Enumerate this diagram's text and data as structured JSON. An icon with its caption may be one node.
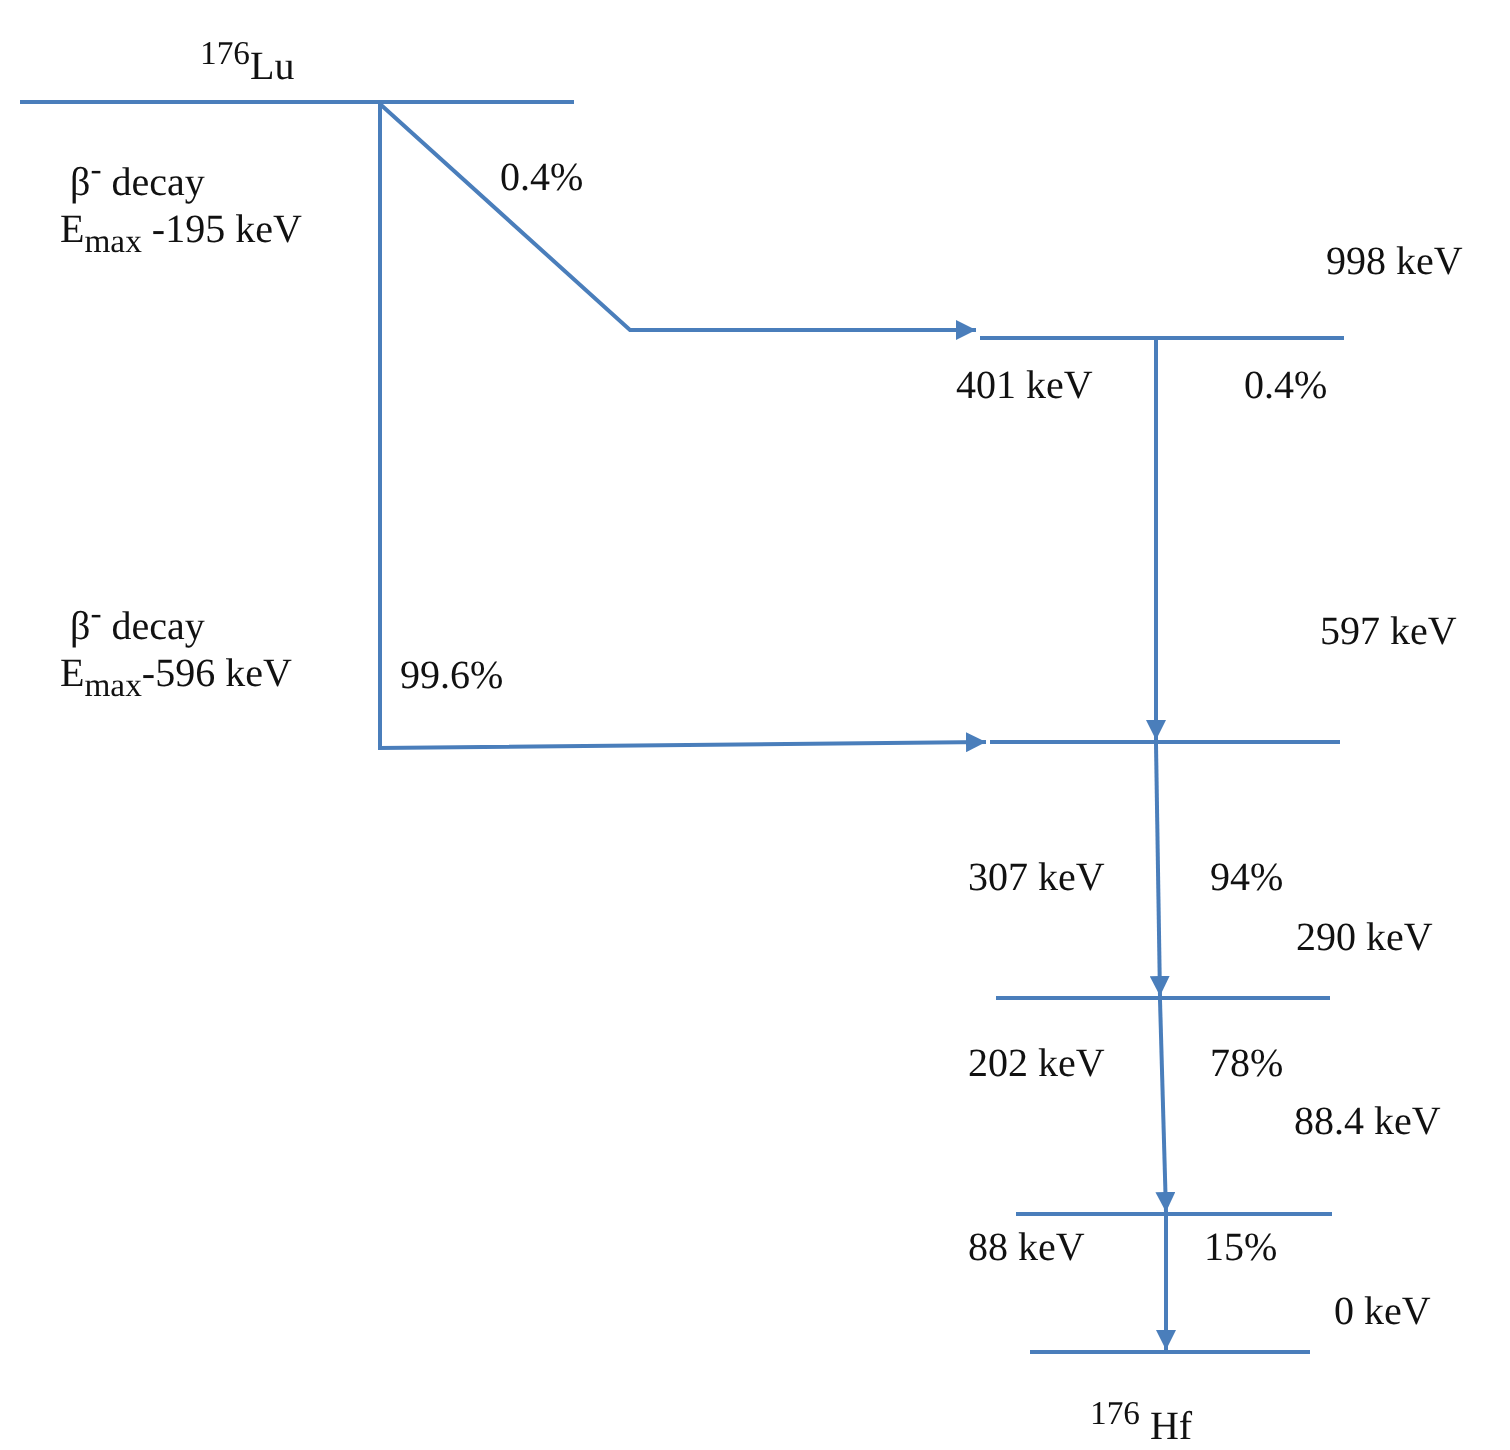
{
  "diagram": {
    "nodes": [
      {
        "text": [],
        "shape": "bar",
        "beside": [
          "$^{176}$Lu"
        ]
      },
      {
        "text": [],
        "shape": "bar",
        "beside": [
          "998 keV"
        ]
      },
      {
        "text": [],
        "shape": "bar",
        "beside": [
          "597 keV"
        ]
      },
      {
        "text": [],
        "shape": "bar",
        "beside": [
          "290 keV"
        ]
      },
      {
        "text": [],
        "shape": "bar",
        "beside": [
          "88.4 keV"
        ]
      },
      {
        "text": [],
        "shape": "bar",
        "beside": [
          "0 keV",
          "$^{176}$ Hf"
        ]
      }
    ],
    "edges": [
      {
        "from": 0,
        "to": 1,
        "arrow": "to",
        "label": "0.4%"
      },
      {
        "from": 0,
        "to": 2,
        "arrow": "to",
        "label": "99.6%"
      },
      {
        "from": 1,
        "to": 2,
        "arrow": "to",
        "label": "401 keV"
      },
      {
        "from": 2,
        "to": 3,
        "arrow": "to",
        "label": "307 keV"
      },
      {
        "from": 3,
        "to": 4,
        "arrow": "to",
        "label": "202 keV"
      },
      {
        "from": 4,
        "to": 5,
        "arrow": "to",
        "label": "88 keV"
      }
    ],
    "labels": [
      "β$^{-}$ decay",
      "E$_{max}$ -195 keV",
      "0.4%",
      "β$^{-}$ decay",
      "E$_{max}$-596 keV",
      "94%",
      "78%",
      "15%"
    ]
  }
}
